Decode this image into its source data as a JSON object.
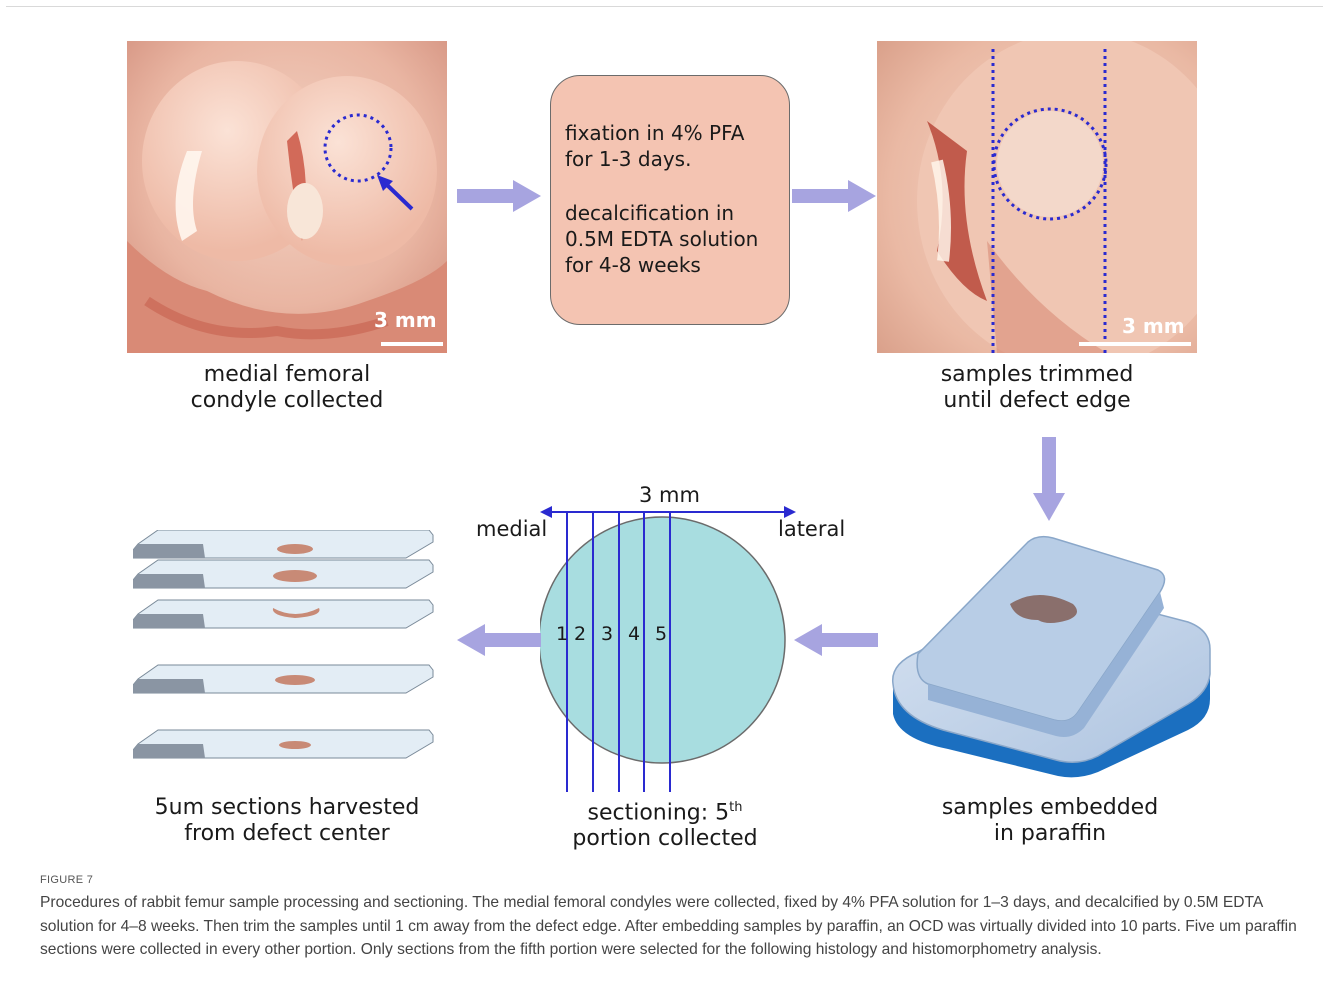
{
  "photo1": {
    "scale_label": "3 mm",
    "caption_line1": "medial femoral",
    "caption_line2": "condyle collected"
  },
  "process_box": {
    "line1": "fixation in 4% PFA",
    "line2": "for 1-3 days.",
    "line3": "decalcification in",
    "line4": "0.5M EDTA solution",
    "line5": "for 4-8 weeks"
  },
  "photo2": {
    "scale_label": "3 mm",
    "caption_line1": "samples trimmed",
    "caption_line2": "until defect edge"
  },
  "embed": {
    "caption_line1": "samples embedded",
    "caption_line2": "in paraffin"
  },
  "sectioning": {
    "width_label": "3 mm",
    "left_label": "medial",
    "right_label": "lateral",
    "numbers": [
      "1",
      "2",
      "3",
      "4",
      "5"
    ],
    "caption_line1_pre": "sectioning: 5",
    "caption_sup": "th",
    "caption_line2": "portion collected"
  },
  "slides": {
    "caption_line1": "5um sections harvested",
    "caption_line2": "from defect center"
  },
  "figure": {
    "label": "FIGURE 7",
    "caption": "Procedures of rabbit femur sample processing and sectioning. The medial femoral condyles were collected, fixed by 4% PFA solution for 1–3 days, and decalcified by 0.5M EDTA solution for 4–8 weeks. Then trim the samples until 1 cm away from the defect edge. After embedding samples by paraffin, an OCD was virtually divided into 10 parts. Five um paraffin sections were collected in every other portion. Only sections from the fifth portion were selected for the following histology and histomorphometry analysis."
  },
  "colors": {
    "arrow": "#a7a4e0",
    "circle": "#a8dde0",
    "box": "#f4c4b2",
    "marker": "#2a2ad0",
    "embed_base": "#1b6fc0"
  }
}
